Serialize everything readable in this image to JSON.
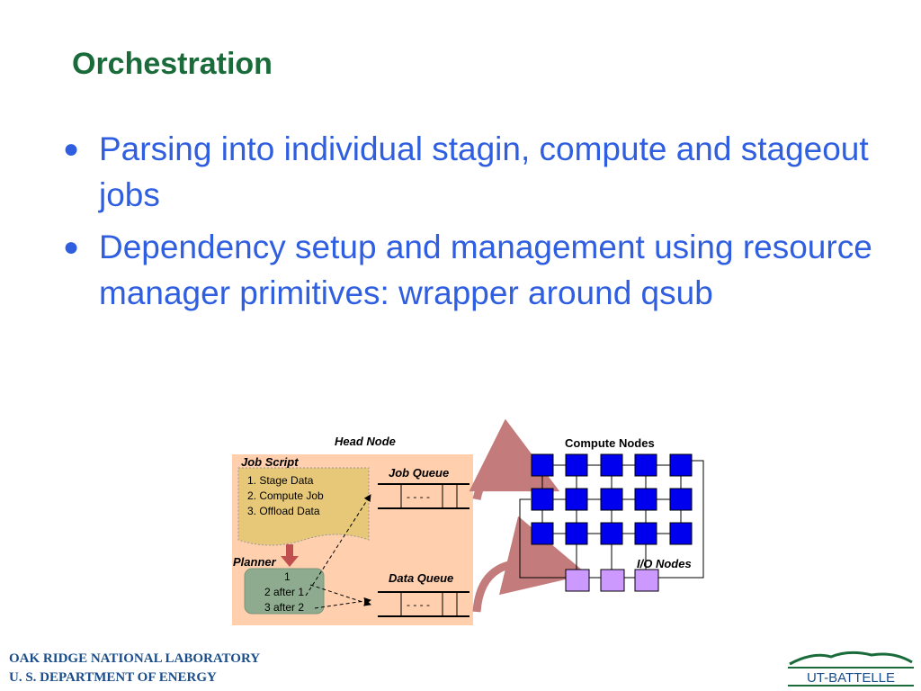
{
  "slide": {
    "title": "Orchestration",
    "bullets": [
      "Parsing into individual stagin, compute and stageout jobs",
      "Dependency setup and management using resource manager primitives: wrapper around qsub"
    ]
  },
  "diagram": {
    "head_node_label": "Head Node",
    "job_script_label": "Job Script",
    "job_script_steps": [
      "1. Stage Data",
      "2. Compute Job",
      "3. Offload Data"
    ],
    "planner_label": "Planner",
    "planner_steps": [
      "1",
      "2 after 1",
      "3 after 2"
    ],
    "job_queue_label": "Job Queue",
    "data_queue_label": "Data Queue",
    "queue_placeholder": "- - - -",
    "compute_nodes_label": "Compute Nodes",
    "io_nodes_label": "I/O Nodes",
    "colors": {
      "head_node_bg": "#ffcfae",
      "job_script_bg": "#e6c878",
      "planner_bg": "#8fab8f",
      "compute_node": "#0000ee",
      "io_node": "#cc99ff",
      "arrow": "#c47b7b"
    }
  },
  "footer": {
    "line1": "OAK RIDGE NATIONAL LABORATORY",
    "line2": "U. S. DEPARTMENT OF ENERGY",
    "logo_text": "UT-BATTELLE"
  }
}
